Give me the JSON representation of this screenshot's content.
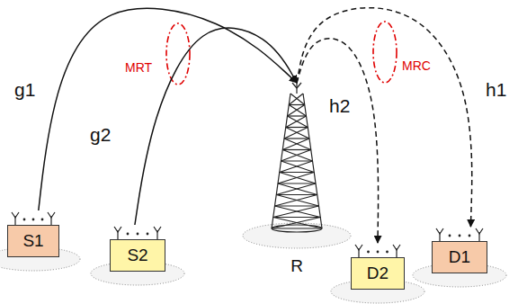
{
  "diagram": {
    "nodes": [
      {
        "text": [
          "S1"
        ]
      },
      {
        "text": [
          "S2"
        ]
      },
      {
        "text": [
          "R"
        ]
      },
      {
        "text": [
          "D1"
        ]
      },
      {
        "text": [
          "D2"
        ]
      }
    ],
    "edges": [
      {
        "from": 0,
        "to": 2,
        "arrow": "to",
        "label": "g1"
      },
      {
        "from": 1,
        "to": 2,
        "arrow": "to",
        "label": "g2"
      },
      {
        "from": 2,
        "to": 3,
        "arrow": "to",
        "label": "h1"
      },
      {
        "from": 2,
        "to": 4,
        "arrow": "to",
        "label": "h2"
      }
    ],
    "labels": [
      "MRT",
      "MRC"
    ]
  }
}
